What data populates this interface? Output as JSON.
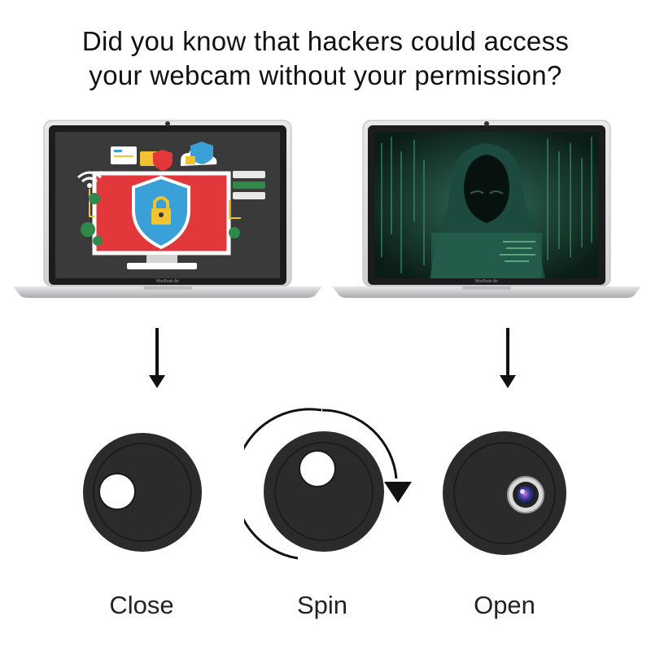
{
  "headline": {
    "line1": "Did you know that hackers could access",
    "line2": "your webcam without your permission?"
  },
  "laptops": {
    "brand_label": "MacBook Air",
    "left_screen": "secured-computer-illustration",
    "right_screen": "hooded-hacker-illustration"
  },
  "labels": {
    "close": "Close",
    "spin": "Spin",
    "open": "Open"
  },
  "colors": {
    "cover": "#2b2b2b",
    "screen_red": "#e2383c",
    "shield_blue": "#3aa0d8",
    "lock_yellow": "#f2c230",
    "hacker_green": "#1a4a3c"
  }
}
